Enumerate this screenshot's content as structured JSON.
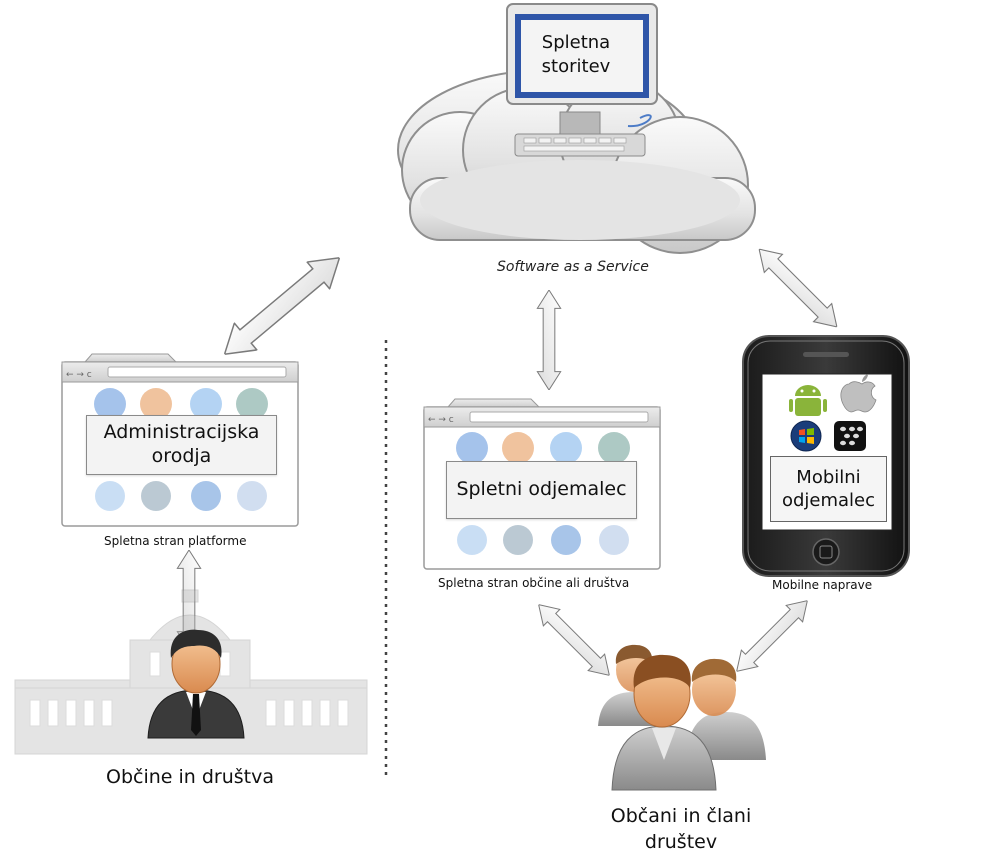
{
  "nodes": {
    "web_service": {
      "label_line1": "Spletna",
      "label_line2": "storitev"
    },
    "saas_caption": "Software as a Service",
    "admin_tools": {
      "label_line1": "Administracijska",
      "label_line2": "orodja",
      "caption": "Spletna stran platforme"
    },
    "web_client": {
      "label": "Spletni odjemalec",
      "caption": "Spletna stran občine ali društva"
    },
    "mobile_client": {
      "label_line1": "Mobilni",
      "label_line2": "odjemalec",
      "caption": "Mobilne naprave"
    },
    "municipalities": {
      "label": "Občine in društva"
    },
    "citizens": {
      "label_line1": "Občani in člani",
      "label_line2": "društev"
    }
  },
  "colors": {
    "cloud": "#e6e6e6",
    "cloud_stroke": "#8f8f8f",
    "arrow_fill": "#f4f4f4",
    "arrow_stroke": "#7a7a7a",
    "monitor_screen": "#2e55a8",
    "browser_frame": "#d9d9d9",
    "person_skin": "#e9a46d",
    "person_suit": "#3a3a3a",
    "android": "#8ab43a"
  },
  "icons": [
    "cloud-icon",
    "monitor-icon",
    "browser-window-icon",
    "smartphone-icon",
    "android-icon",
    "apple-icon",
    "windows-icon",
    "blackberry-icon",
    "building-icon",
    "businessman-icon",
    "people-group-icon",
    "bidirectional-arrow-icon"
  ]
}
